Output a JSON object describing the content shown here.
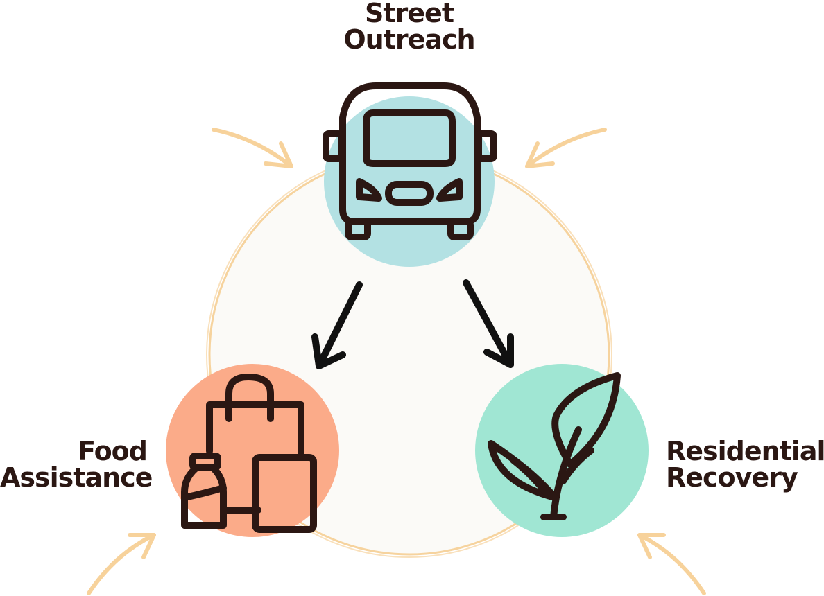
{
  "nodes": {
    "top": {
      "line1": "Street",
      "line2": "Outreach",
      "icon": "van-icon"
    },
    "left": {
      "line1": "Food",
      "line2": "Assistance",
      "icon": "grocery-bag-icon"
    },
    "right": {
      "line1": "Residential",
      "line2": "Recovery",
      "icon": "sprout-icon"
    }
  },
  "colors": {
    "ring": "#f6d39e",
    "center_fill": "#fbfaf7",
    "top_circle": "#b3e1e3",
    "left_circle": "#fbab89",
    "right_circle": "#a0e6d3",
    "arrow": "#111111",
    "icon_stroke": "#2b1713",
    "text": "#2b1713"
  }
}
